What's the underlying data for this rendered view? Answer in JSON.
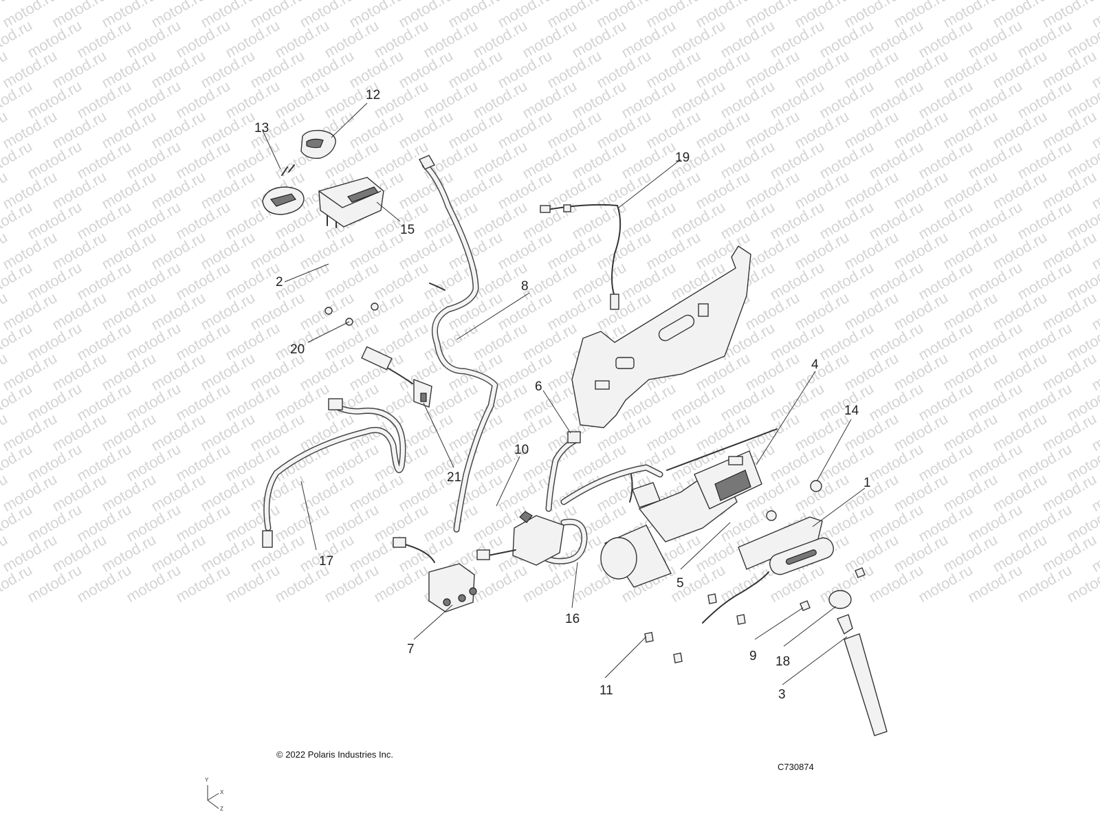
{
  "watermark": "motod.ru",
  "copyright": "© 2022 Polaris Industries Inc.",
  "diagram_id": "C730874",
  "axis": {
    "y": "Y",
    "x": "X",
    "z": "Z"
  },
  "callouts": {
    "c1": "1",
    "c2": "2",
    "c3": "3",
    "c4": "4",
    "c5": "5",
    "c6": "6",
    "c7": "7",
    "c8": "8",
    "c9": "9",
    "c10": "10",
    "c11": "11",
    "c12": "12",
    "c13": "13",
    "c14": "14",
    "c15": "15",
    "c16": "16",
    "c17": "17",
    "c18": "18",
    "c19": "19",
    "c20": "20",
    "c21": "21"
  }
}
